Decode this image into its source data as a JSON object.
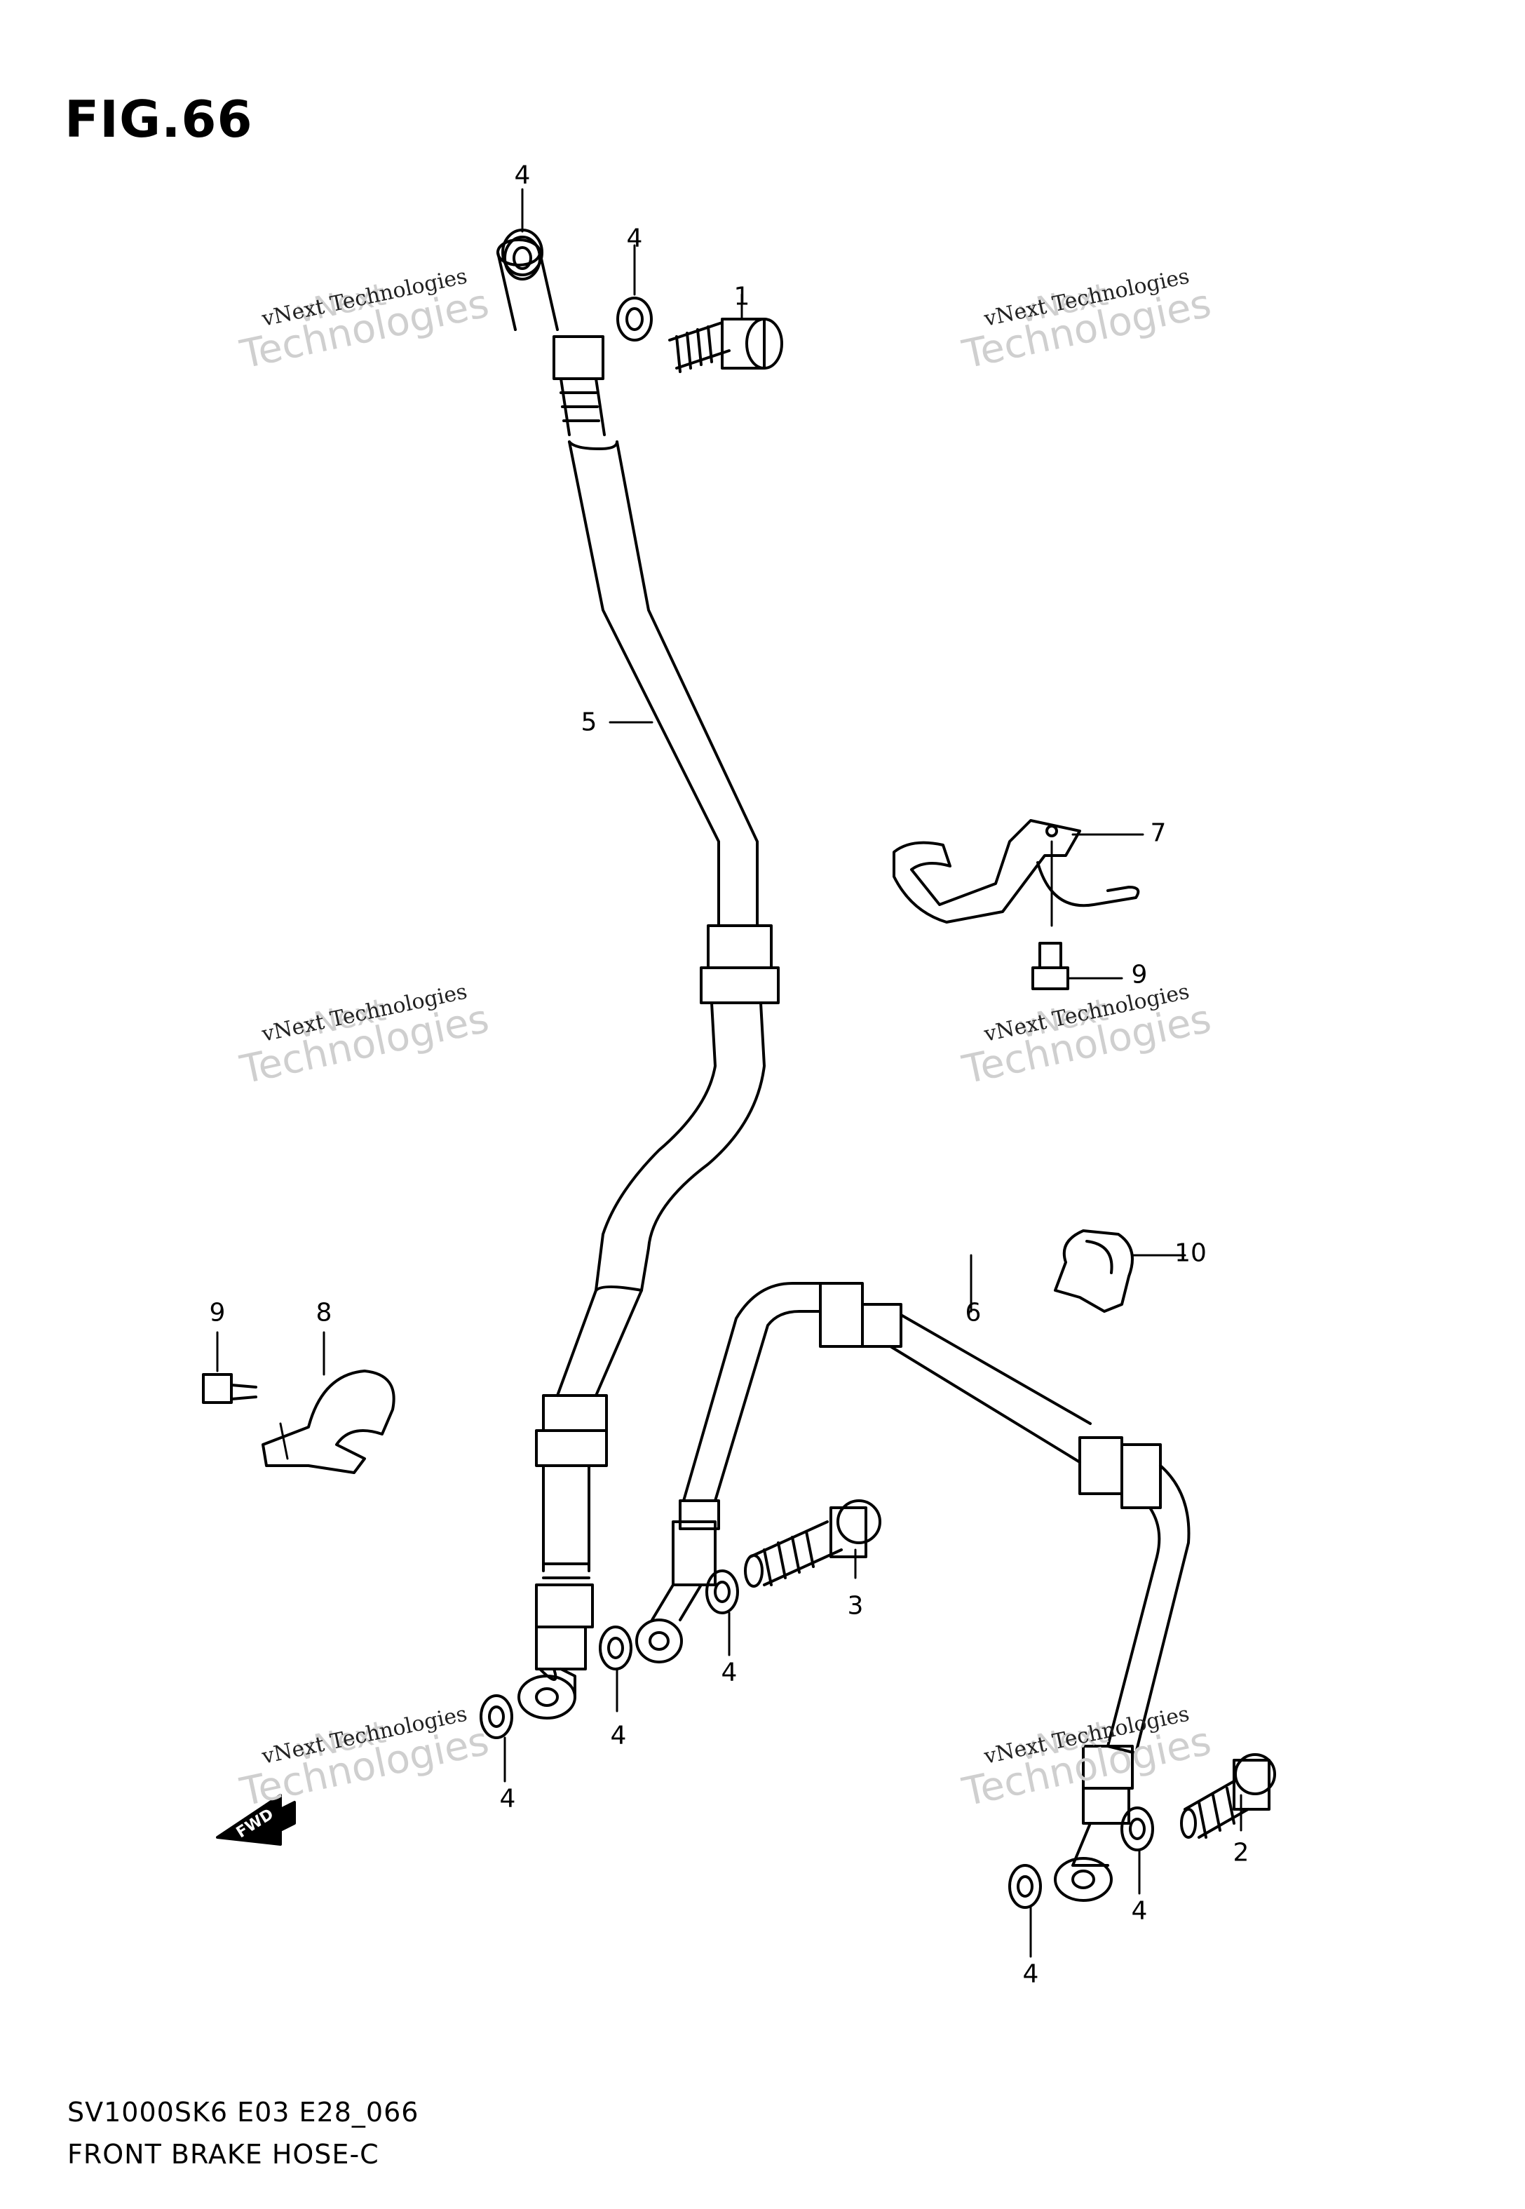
{
  "figure": {
    "title": "FIG.66"
  },
  "callouts": {
    "c4_a": "4",
    "c4_b": "4",
    "c1": "1",
    "c5": "5",
    "c7": "7",
    "c9_a": "9",
    "c10": "10",
    "c6": "6",
    "c9_b": "9",
    "c8": "8",
    "c3": "3",
    "c4_c": "4",
    "c4_d": "4",
    "c4_e": "4",
    "c2": "2",
    "c4_f": "4",
    "c4_g": "4"
  },
  "watermark": {
    "line_top": "vNext",
    "line_small": "vNext Technologies",
    "line_big": "Technologies"
  },
  "fwd_label": "FWD",
  "footer": {
    "code": "SV1000SK6 E03 E28_066",
    "caption": "FRONT BRAKE HOSE-C"
  },
  "colors": {
    "line": "#000000",
    "watermark": "#cfcfcf",
    "background": "#ffffff"
  }
}
